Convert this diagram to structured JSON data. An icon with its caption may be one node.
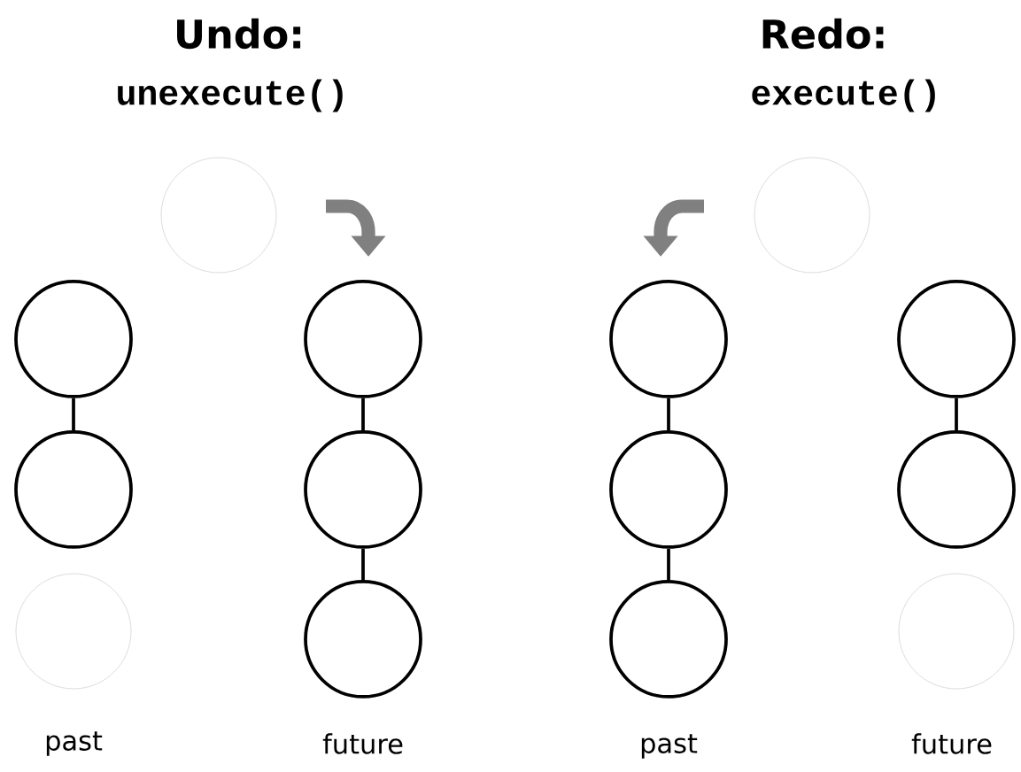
{
  "diagram": {
    "nodes": [
      {
        "text": [],
        "shape": "circle"
      },
      {
        "text": [],
        "shape": "circle"
      },
      {
        "text": [],
        "shape": "circle"
      },
      {
        "text": [],
        "shape": "circle"
      },
      {
        "text": [],
        "shape": "circle"
      },
      {
        "text": [],
        "shape": "circle"
      },
      {
        "text": [],
        "shape": "circle"
      },
      {
        "text": [],
        "shape": "circle"
      },
      {
        "text": [],
        "shape": "circle"
      },
      {
        "text": [],
        "shape": "circle"
      },
      {
        "text": [],
        "shape": "circle"
      },
      {
        "text": [],
        "shape": "circle"
      },
      {
        "text": [],
        "shape": "circle"
      },
      {
        "text": [],
        "shape": "circle"
      }
    ],
    "edges": [
      {
        "from": 1,
        "to": 2,
        "arrow": "none"
      },
      {
        "from": 4,
        "to": 5,
        "arrow": "none"
      },
      {
        "from": 5,
        "to": 6,
        "arrow": "none"
      },
      {
        "from": 8,
        "to": 9,
        "arrow": "none"
      },
      {
        "from": 9,
        "to": 10,
        "arrow": "none"
      },
      {
        "from": 11,
        "to": 12,
        "arrow": "none"
      }
    ],
    "labels": [
      "Undo:",
      "unexecute()",
      "Redo:",
      "execute()",
      "past",
      "future",
      "past",
      "future"
    ]
  }
}
